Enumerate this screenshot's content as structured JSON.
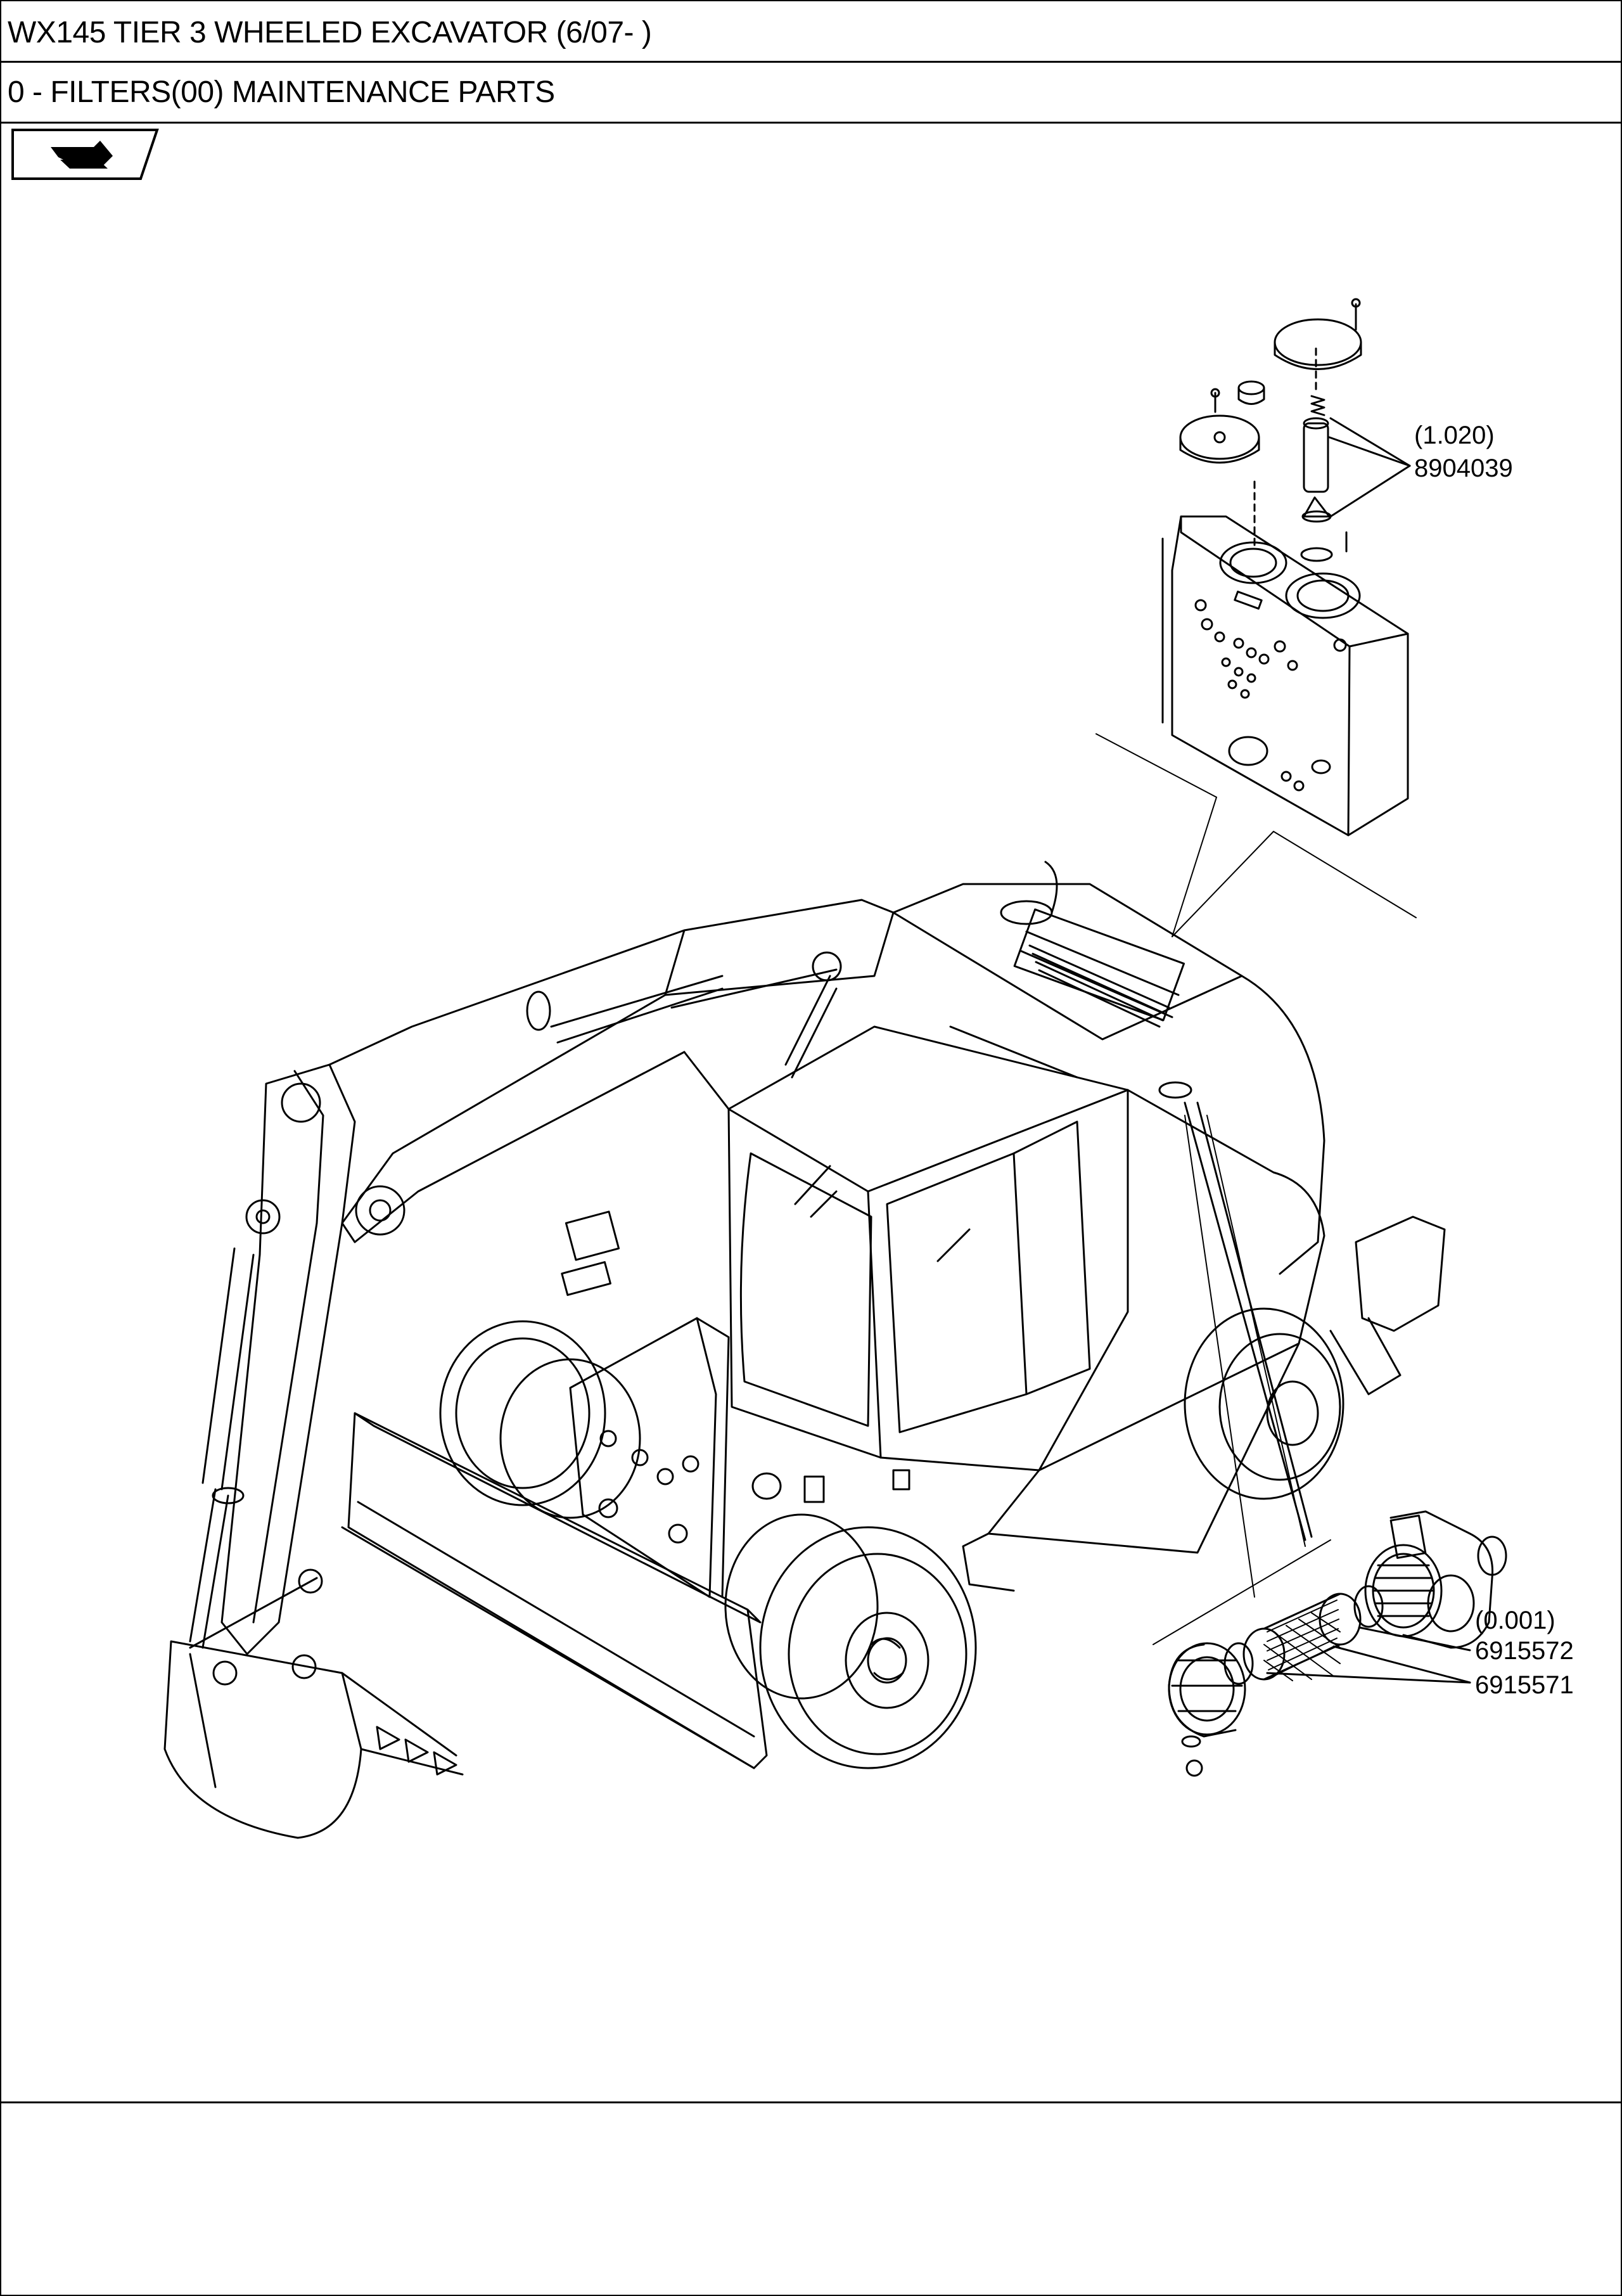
{
  "header": {
    "title": "WX145 TIER 3 WHEELED EXCAVATOR (6/07- )",
    "subtitle": "0 - FILTERS(00) MAINTENANCE PARTS"
  },
  "callouts": {
    "hydraulic_filter_qty": "(1.020)",
    "hydraulic_filter_part": "8904039",
    "air_filter_qty": "(0.001)",
    "air_filter_inner_part": "6915572",
    "air_filter_outer_part": "6915571"
  },
  "icons": {
    "back_button": "return-arrow-icon"
  }
}
